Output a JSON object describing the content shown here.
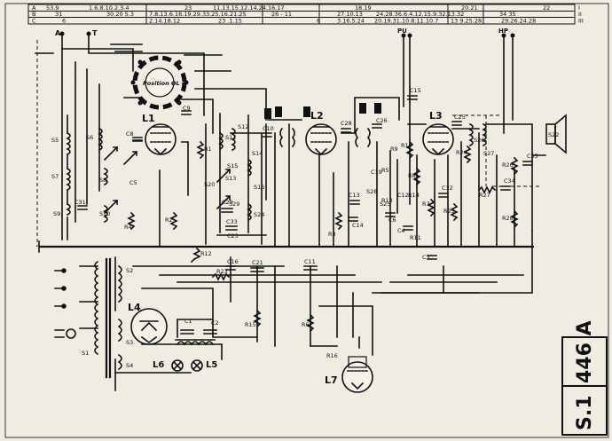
{
  "header": {
    "row_letters": [
      "A",
      "B",
      "C"
    ],
    "row_letters_right": [
      "I",
      "II",
      "III"
    ],
    "top_rows": [
      [
        "53.9",
        "1.6.8.10.2.3.4",
        "23",
        "11.13.15.12.14.24.16.17",
        "18.19",
        "20.21",
        "22"
      ],
      [
        "31",
        "30.20 5.3",
        "7.8.13.6.18.19.29.33.25.16.21.25",
        "26 - 11",
        "27.10.13",
        "24.28.36.6.4.12.15.9.32.13.32",
        "34 35"
      ],
      [
        "6",
        "2.14.18.12",
        "23 .1.15",
        "6",
        "3.16.5.24",
        "20.19.31.10.8.11.10.7",
        "13 9.25.28",
        "29.26.24.28"
      ]
    ]
  },
  "terminals": {
    "antenna": "A",
    "earth": "T",
    "pu": "PU",
    "hp": "HP"
  },
  "labels": {
    "switch": "Position OL",
    "tubes": [
      "L1",
      "L2",
      "L3",
      "L4",
      "L7"
    ],
    "lower_stage": [
      "L6",
      "L5"
    ],
    "coils": [
      "S5",
      "S6",
      "S7",
      "S8",
      "S9",
      "S10",
      "S11",
      "S12",
      "S13",
      "S14",
      "S15",
      "S16",
      "S20",
      "S24",
      "S25",
      "S26",
      "S27",
      "S28",
      "S29"
    ],
    "transformer": [
      "S1",
      "S2",
      "S3",
      "S4"
    ],
    "speaker": "S22",
    "capacitors": [
      "C1",
      "C2",
      "C3",
      "C4",
      "C5",
      "C6",
      "C8",
      "C9",
      "C10",
      "C11",
      "C12",
      "C13",
      "C14",
      "C15",
      "C16",
      "C19",
      "C21",
      "C23",
      "C25",
      "C26",
      "C28",
      "C29",
      "C31",
      "C32",
      "C33",
      "C34",
      "C35"
    ],
    "resistors": [
      "R1",
      "R2",
      "R3",
      "R4",
      "R5",
      "R6",
      "R7",
      "R8",
      "R9",
      "R10",
      "R11",
      "R12",
      "R13",
      "R14",
      "R15",
      "R16",
      "R23",
      "R24",
      "R25",
      "R26",
      "R27",
      "R28"
    ],
    "stamp_model": "446 A",
    "stamp_series": "S.1"
  }
}
